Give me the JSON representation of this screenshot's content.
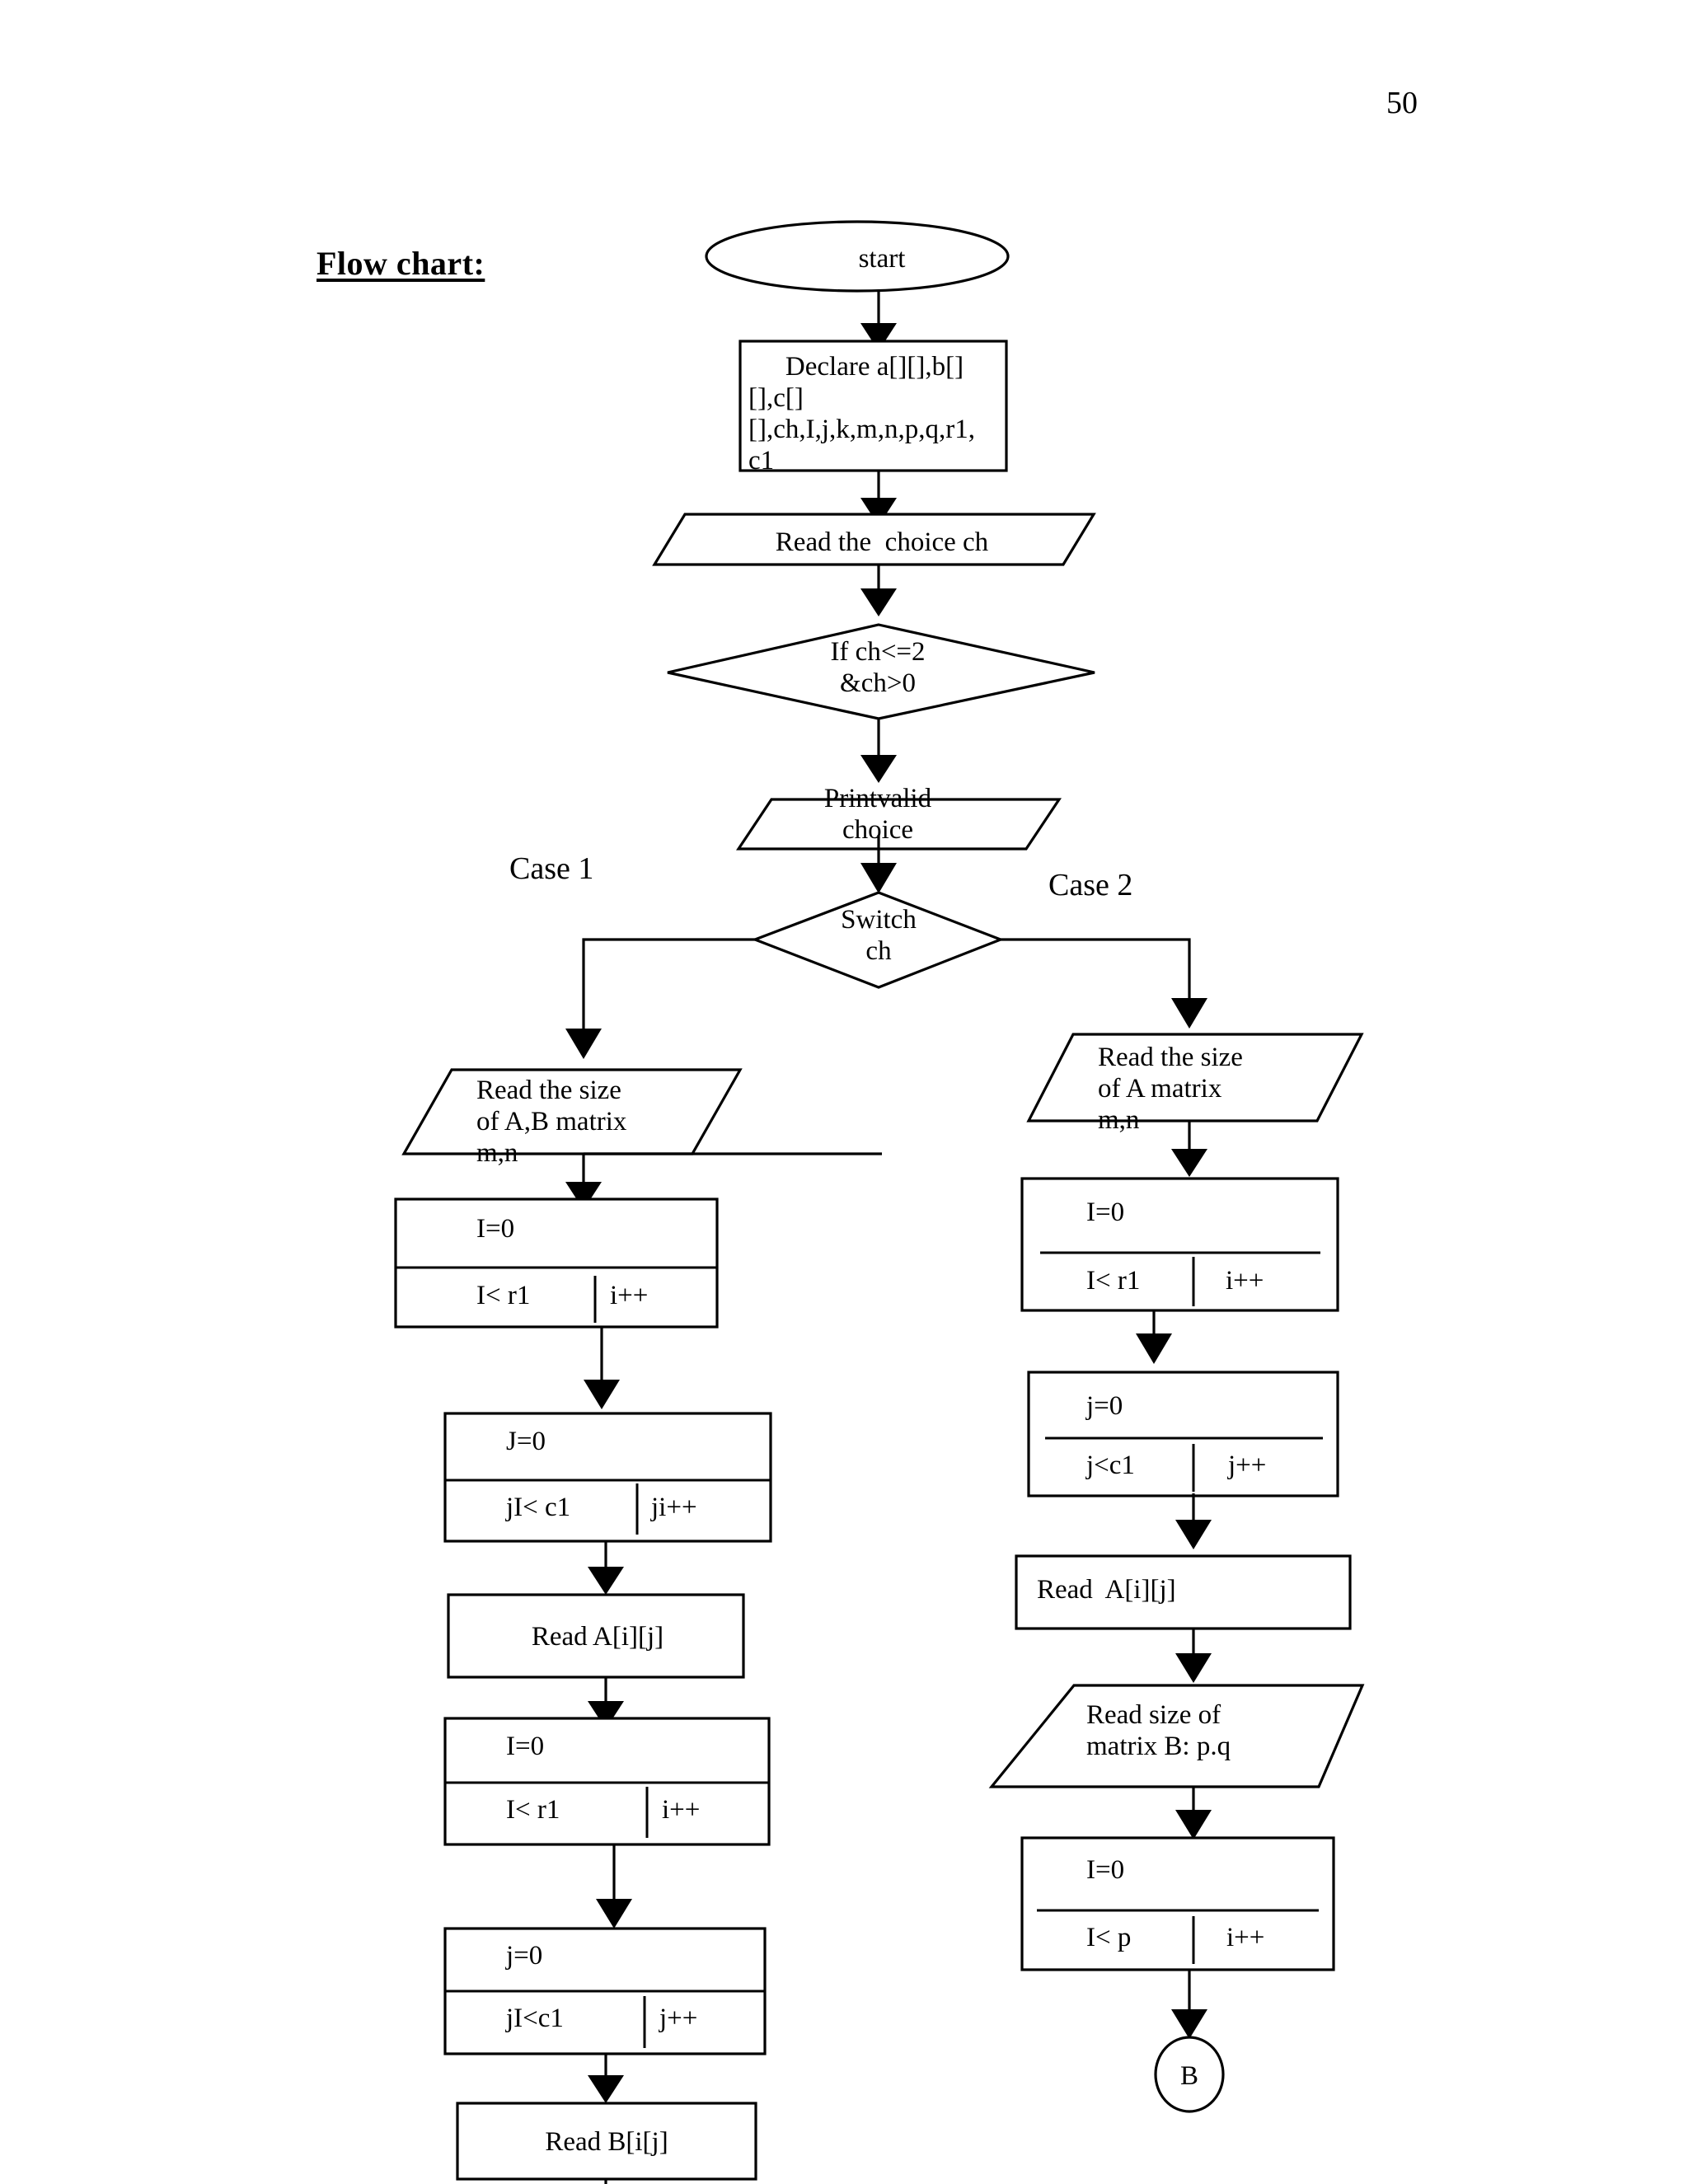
{
  "page": {
    "number": "50",
    "section_label": "Flow chart:"
  },
  "branch_labels": {
    "case1": "Case 1",
    "case2": "Case 2"
  },
  "nodes": {
    "start": {
      "text": "start",
      "shape": "terminator-ellipse"
    },
    "declare": {
      "line1": "Declare a[][],b[]",
      "line2": "[],c[]",
      "line3": "[],ch,I,j,k,m,n,p,q,r1,",
      "line4": "c1",
      "shape": "process-rect"
    },
    "read_choice": {
      "text": "Read the  choice ch",
      "shape": "io-parallelogram"
    },
    "if_ch": {
      "line1": "If ch<=2",
      "line2": "&ch>0",
      "shape": "decision-diamond"
    },
    "print_valid": {
      "line1": "Printvalid",
      "line2": "choice",
      "shape": "io-parallelogram"
    },
    "switch_ch": {
      "line1": "Switch",
      "line2": "ch",
      "shape": "decision-diamond"
    },
    "left_read_size": {
      "line1": "Read the size",
      "line2": "of A,B matrix",
      "line3": "m,n",
      "shape": "io-parallelogram"
    },
    "left_loop1": {
      "init": "I=0",
      "cond": "I< r1",
      "step": "i++",
      "shape": "loop-box"
    },
    "left_loop2": {
      "init": "J=0",
      "cond": "jI< c1",
      "step": "ji++",
      "shape": "loop-box"
    },
    "left_read_a": {
      "text": "Read A[i][j]",
      "shape": "process-rect"
    },
    "left_loop3": {
      "init": "I=0",
      "cond": "I< r1",
      "step": "i++",
      "shape": "loop-box"
    },
    "left_loop4": {
      "init": "j=0",
      "cond": "jI<c1",
      "step": "j++",
      "shape": "loop-box"
    },
    "left_read_b": {
      "text": "Read B[i[j]",
      "shape": "process-rect"
    },
    "right_read_size": {
      "line1": "Read the size",
      "line2": "of A matrix",
      "line3": "m,n",
      "shape": "io-parallelogram"
    },
    "right_loop1": {
      "init": "I=0",
      "cond": "I< r1",
      "step": "i++",
      "shape": "loop-box"
    },
    "right_loop2": {
      "init": "j=0",
      "cond": "j<c1",
      "step": "j++",
      "shape": "loop-box"
    },
    "right_read_a": {
      "text": "Read  A[i][j]",
      "shape": "process-rect"
    },
    "right_read_size_b": {
      "line1": "Read size of",
      "line2": "matrix B: p.q",
      "shape": "io-parallelogram"
    },
    "right_loop3": {
      "init": "I=0",
      "cond": "I< p",
      "step": "i++",
      "shape": "loop-box"
    },
    "connector_b": {
      "text": "B",
      "shape": "connector-circle"
    }
  },
  "colors": {
    "ink": "#000000",
    "paper": "#ffffff"
  }
}
